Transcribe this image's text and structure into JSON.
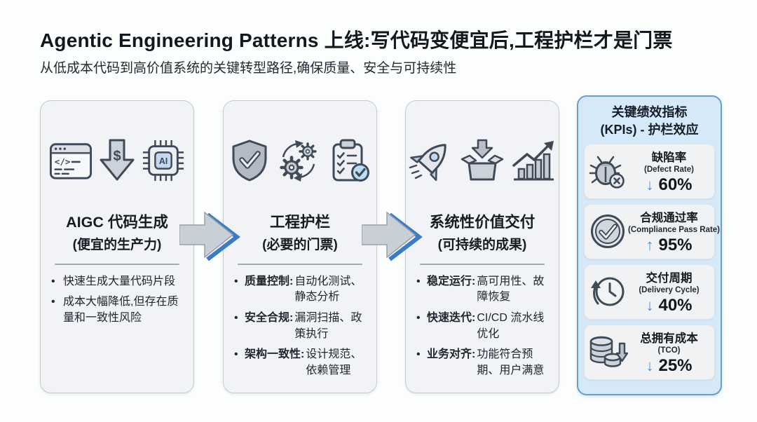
{
  "header": {
    "title": "Agentic Engineering Patterns 上线:写代码变便宜后,工程护栏才是门票",
    "subtitle": "从低成本代码到高价值系统的关键转型路径,确保质量、安全与可持续性"
  },
  "icon_glyphs": {
    "code": "</>",
    "dollar": "$",
    "ai": "AI"
  },
  "cards": [
    {
      "title": "AIGC 代码生成",
      "subtitle": "(便宜的生产力)",
      "icons": [
        "code-window-icon",
        "dollar-down-arrow-icon",
        "ai-chip-icon"
      ],
      "bullets": [
        {
          "label": "",
          "text": "快速生成大量代码片段"
        },
        {
          "label": "",
          "text": "成本大幅降低,但存在质量和一致性风险"
        }
      ]
    },
    {
      "title": "工程护栏",
      "subtitle": "(必要的门票)",
      "icons": [
        "shield-check-icon",
        "gears-sync-icon",
        "clipboard-check-icon"
      ],
      "bullets": [
        {
          "label": "质量控制:",
          "text": "自动化测试、静态分析"
        },
        {
          "label": "安全合规:",
          "text": "漏洞扫描、政策执行"
        },
        {
          "label": "架构一致性:",
          "text": "设计规范、依赖管理"
        }
      ]
    },
    {
      "title": "系统性价值交付",
      "subtitle": "(可持续的成果)",
      "icons": [
        "rocket-icon",
        "box-arrow-icon",
        "growth-chart-icon"
      ],
      "bullets": [
        {
          "label": "稳定运行:",
          "text": "高可用性、故障恢复"
        },
        {
          "label": "快速迭代:",
          "text": "CI/CD 流水线优化"
        },
        {
          "label": "业务对齐:",
          "text": "功能符合预期、用户满意"
        }
      ]
    }
  ],
  "kpi_panel": {
    "title_line1": "关键绩效指标",
    "title_line2": "(KPIs) - 护栏效应",
    "items": [
      {
        "icon": "bug-error-icon",
        "name": "缺陷率",
        "name_en": "(Defect Rate)",
        "direction": "↓",
        "value": "60%"
      },
      {
        "icon": "check-circle-icon",
        "name": "合规通过率",
        "name_en": "(Compliance Pass Rate)",
        "direction": "↑",
        "value": "95%"
      },
      {
        "icon": "clock-rewind-icon",
        "name": "交付周期",
        "name_en": "(Delivery Cycle)",
        "direction": "↓",
        "value": "40%"
      },
      {
        "icon": "coins-decrease-icon",
        "name": "总拥有成本",
        "name_en": "(TCO)",
        "direction": "↓",
        "value": "25%"
      }
    ]
  },
  "colors": {
    "accent_blue": "#4a90d2",
    "flow_arrow_blue": "#3b7cc4",
    "panel_bg": "#d6e9f8",
    "panel_border": "#669fcc",
    "card_bg": "#f1f3f6",
    "icon_gray": "#c9ced6",
    "icon_stroke": "#3e4a58"
  }
}
